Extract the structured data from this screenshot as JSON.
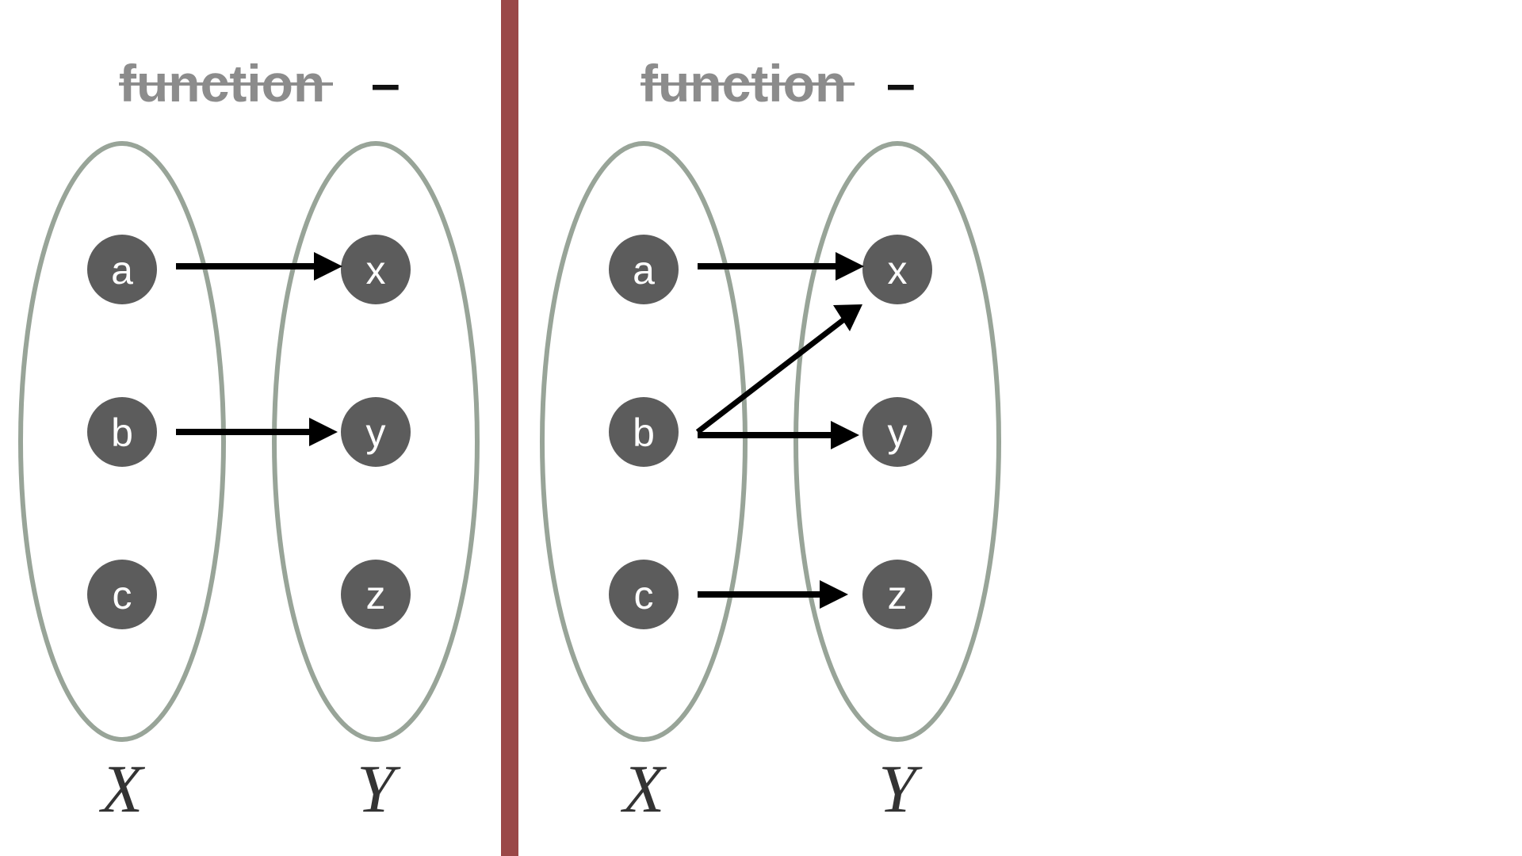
{
  "colors": {
    "ellipse_stroke": "#98a498",
    "node_fill": "#5c5c5c",
    "node_text": "#ffffff",
    "arrow": "#000000",
    "divider": "#9a4848",
    "title": "#8c8c8c",
    "strike": "#8c8c8c",
    "set_label": "#333333"
  },
  "panels": [
    {
      "title": "function",
      "title_struck": true,
      "dash": "–",
      "domain_label": "X",
      "codomain_label": "Y",
      "domain_nodes": [
        "a",
        "b",
        "c"
      ],
      "codomain_nodes": [
        "x",
        "y",
        "z"
      ],
      "mappings": [
        {
          "from": "a",
          "to": "x"
        },
        {
          "from": "b",
          "to": "y"
        }
      ]
    },
    {
      "title": "function",
      "title_struck": true,
      "dash": "–",
      "domain_label": "X",
      "codomain_label": "Y",
      "domain_nodes": [
        "a",
        "b",
        "c"
      ],
      "codomain_nodes": [
        "x",
        "y",
        "z"
      ],
      "mappings": [
        {
          "from": "a",
          "to": "x"
        },
        {
          "from": "b",
          "to": "x"
        },
        {
          "from": "b",
          "to": "y"
        },
        {
          "from": "c",
          "to": "z"
        }
      ]
    }
  ]
}
